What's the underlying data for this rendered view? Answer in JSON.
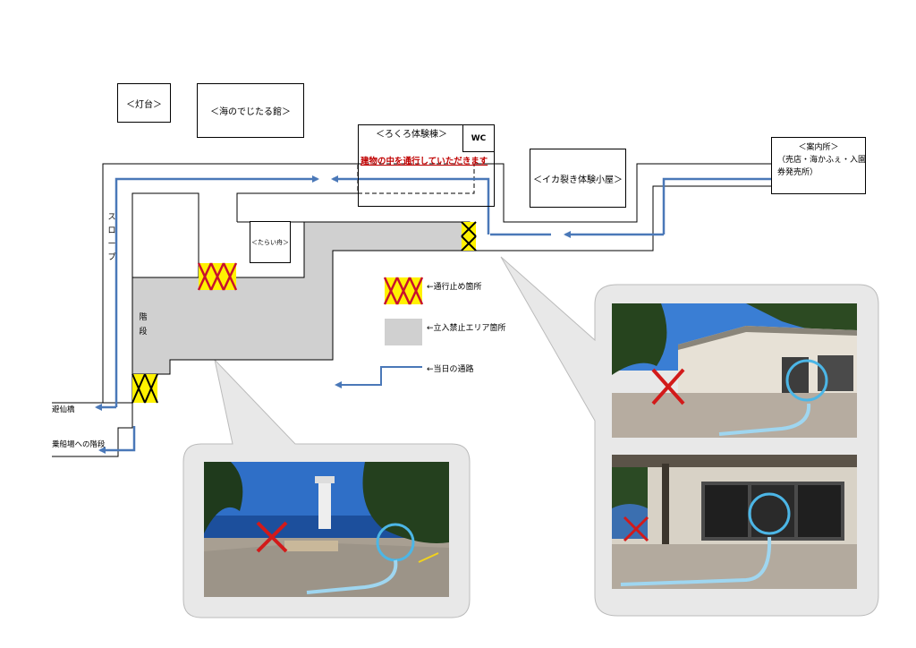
{
  "labels": {
    "lighthouse": "＜灯台＞",
    "museum": "＜海のでじたる館＞",
    "rokuro": "＜ろくろ体験棟＞",
    "wc": "WC",
    "notice": "建物の中を通行していただきます",
    "ika": "＜イカ裂き体験小屋＞",
    "info_title": "＜案内所＞",
    "info_line2": "（売店・海かふぇ・入園",
    "info_line3": "券発売所）",
    "slope": [
      "ス",
      "ロ",
      "ー",
      "プ"
    ],
    "tarai": "＜たらい舟＞",
    "stairs": [
      "階",
      "段"
    ],
    "sensen": "避仙橋",
    "boarding": "乗船場への階段"
  },
  "legend": {
    "blocked": "←通行止め箇所",
    "restricted": "←立入禁止エリア箇所",
    "route": "←当日の通路"
  },
  "colors": {
    "route": "#4a78b8",
    "restricted": "#d0d0d0",
    "blocked_fill": "#fff200",
    "blocked_x": "#c8102e",
    "callout": "#e6e6e6",
    "notice": "#c00000"
  }
}
